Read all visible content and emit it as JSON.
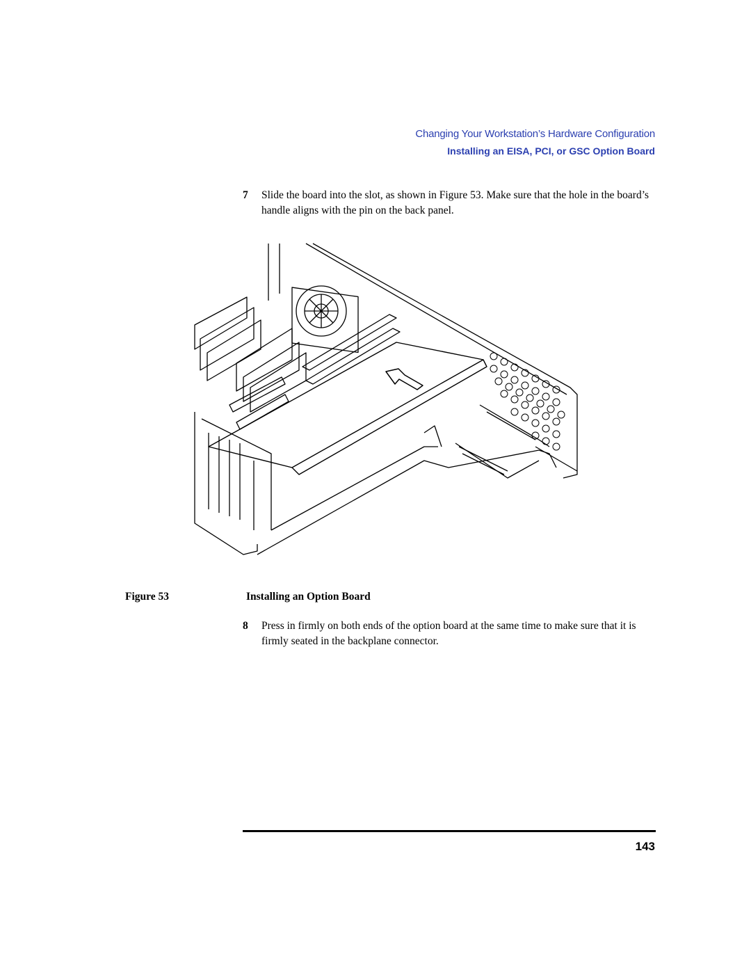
{
  "header": {
    "chapter": "Changing Your Workstation’s Hardware Configuration",
    "section": "Installing an EISA, PCI, or GSC Option Board"
  },
  "steps": [
    {
      "number": "7",
      "text": "Slide the board into the slot, as shown in Figure 53. Make sure that the hole in the board’s handle aligns with the pin on the back panel."
    },
    {
      "number": "8",
      "text": "Press in firmly on both ends of the option board at the same time to make sure that it is firmly seated in the backplane connector."
    }
  ],
  "figure": {
    "label": "Figure 53",
    "title": "Installing an Option Board"
  },
  "page_number": "143"
}
